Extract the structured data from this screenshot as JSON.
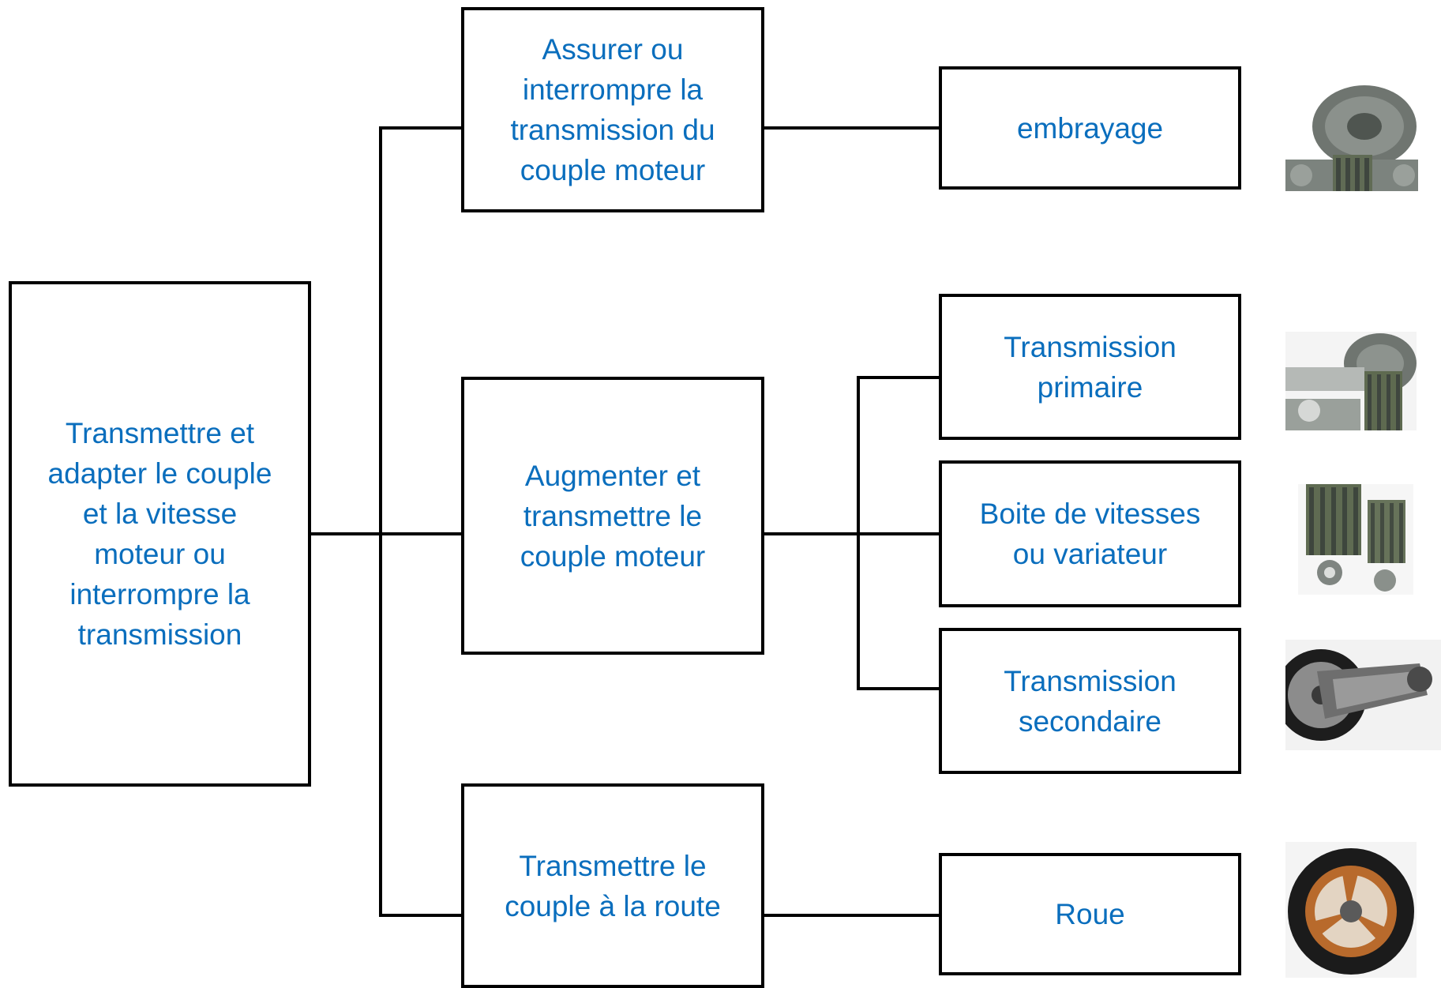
{
  "root": {
    "label": "Transmettre et adapter le couple et la vitesse moteur ou interrompre la transmission"
  },
  "functions": [
    {
      "id": "f1",
      "label": "Assurer ou interrompre la transmission du couple moteur"
    },
    {
      "id": "f2",
      "label": "Augmenter et transmettre le couple moteur"
    },
    {
      "id": "f3",
      "label": "Transmettre le couple à la route"
    }
  ],
  "solutions": [
    {
      "id": "s1",
      "label": "embrayage",
      "icon": "clutch-image"
    },
    {
      "id": "s2",
      "label": "Transmission primaire",
      "icon": "primary-gear-image"
    },
    {
      "id": "s3",
      "label": "Boite de vitesses ou variateur",
      "icon": "gearbox-image"
    },
    {
      "id": "s4",
      "label": "Transmission secondaire",
      "icon": "belt-drive-image"
    },
    {
      "id": "s5",
      "label": "Roue",
      "icon": "wheel-image"
    }
  ],
  "colors": {
    "text": "#0a6ebd",
    "border": "#000000"
  }
}
